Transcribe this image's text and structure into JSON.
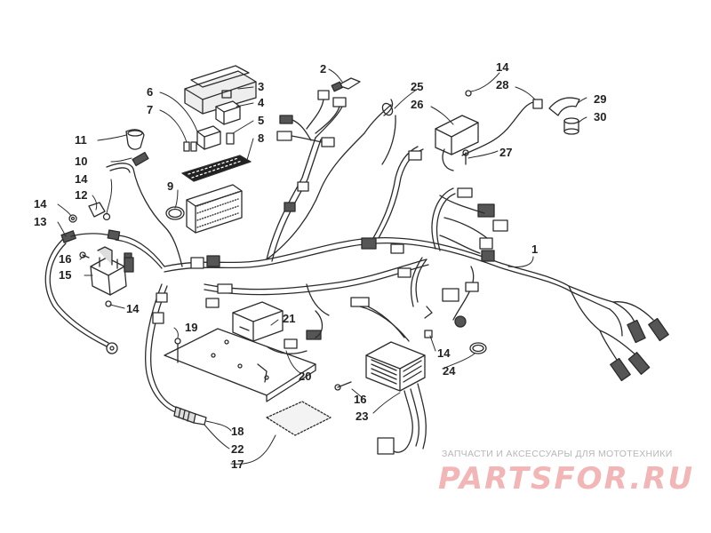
{
  "callouts": {
    "n1": "1",
    "n2": "2",
    "n3": "3",
    "n4": "4",
    "n5": "5",
    "n6": "6",
    "n7": "7",
    "n8": "8",
    "n9": "9",
    "n10": "10",
    "n11": "11",
    "n12": "12",
    "n13": "13",
    "n14a": "14",
    "n14b": "14",
    "n14c": "14",
    "n14d": "14",
    "n14e": "14",
    "n15": "15",
    "n16a": "16",
    "n16b": "16",
    "n17": "17",
    "n18": "18",
    "n19": "19",
    "n20": "20",
    "n21": "21",
    "n22": "22",
    "n23": "23",
    "n24": "24",
    "n25": "25",
    "n26": "26",
    "n27": "27",
    "n28": "28",
    "n29": "29",
    "n30": "30"
  },
  "watermark": {
    "tagline": "ЗАПЧАСТИ И АКСЕССУАРЫ ДЛЯ МОТОТЕХНИКИ",
    "logo": "PARTSFOR.RU",
    "logo_color": "#f2b6b6"
  },
  "colors": {
    "line": "#2b2b2b",
    "fill_dark": "#555555",
    "fill_light": "#dddddd"
  }
}
